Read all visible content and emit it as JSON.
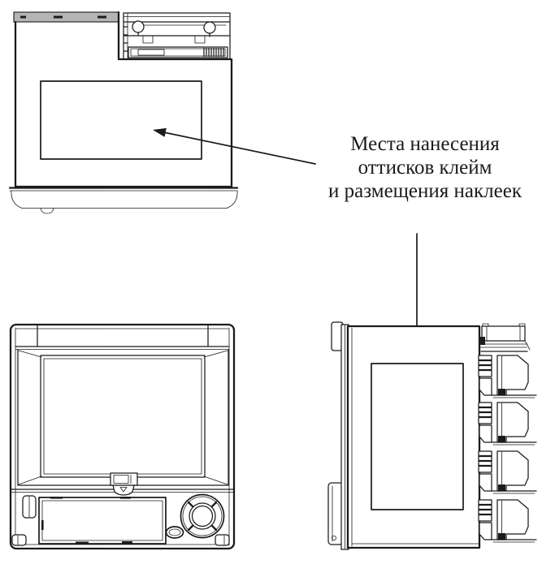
{
  "annotation": {
    "lines": {
      "0": "Места нанесения",
      "1": "оттисков клейм",
      "2": "и размещения наклеек"
    }
  },
  "colors": {
    "background": "#ffffff",
    "line": "#1b1b1b",
    "strip_fill": "#b5b5b5"
  }
}
